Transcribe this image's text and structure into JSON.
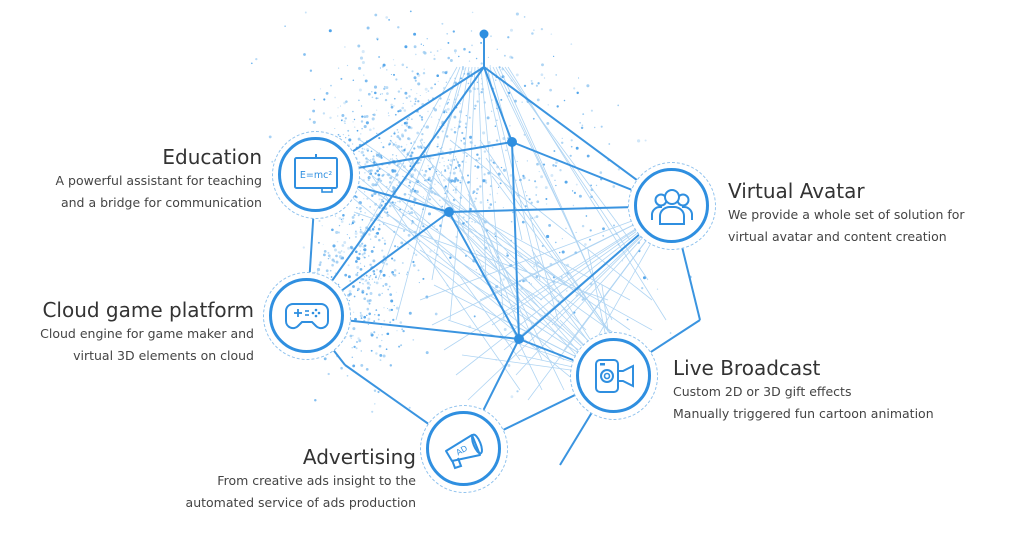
{
  "features": [
    {
      "id": "education",
      "title": "Education",
      "desc_line1": "A powerful assistant for teaching",
      "desc_line2": "and a bridge for communication",
      "icon": "blackboard-icon",
      "icon_text": "E=mc²"
    },
    {
      "id": "virtual-avatar",
      "title": "Virtual Avatar",
      "desc_line1": "We provide a whole set of solution for",
      "desc_line2": "virtual avatar and content creation",
      "icon": "people-group-icon"
    },
    {
      "id": "cloud-game",
      "title": "Cloud game platform",
      "desc_line1": "Cloud engine for game maker and",
      "desc_line2": "virtual 3D elements on cloud",
      "icon": "gamepad-icon"
    },
    {
      "id": "live-broadcast",
      "title": "Live Broadcast",
      "desc_line1": "Custom 2D or 3D gift effects",
      "desc_line2": "Manually triggered fun cartoon animation",
      "icon": "video-camera-icon"
    },
    {
      "id": "advertising",
      "title": "Advertising",
      "desc_line1": "From creative ads insight to the",
      "desc_line2": "automated service of ads production",
      "icon": "megaphone-icon",
      "icon_text": "AD"
    }
  ],
  "colors": {
    "primary": "#2f8fe0",
    "light": "#8fc2ee",
    "text": "#333333"
  }
}
